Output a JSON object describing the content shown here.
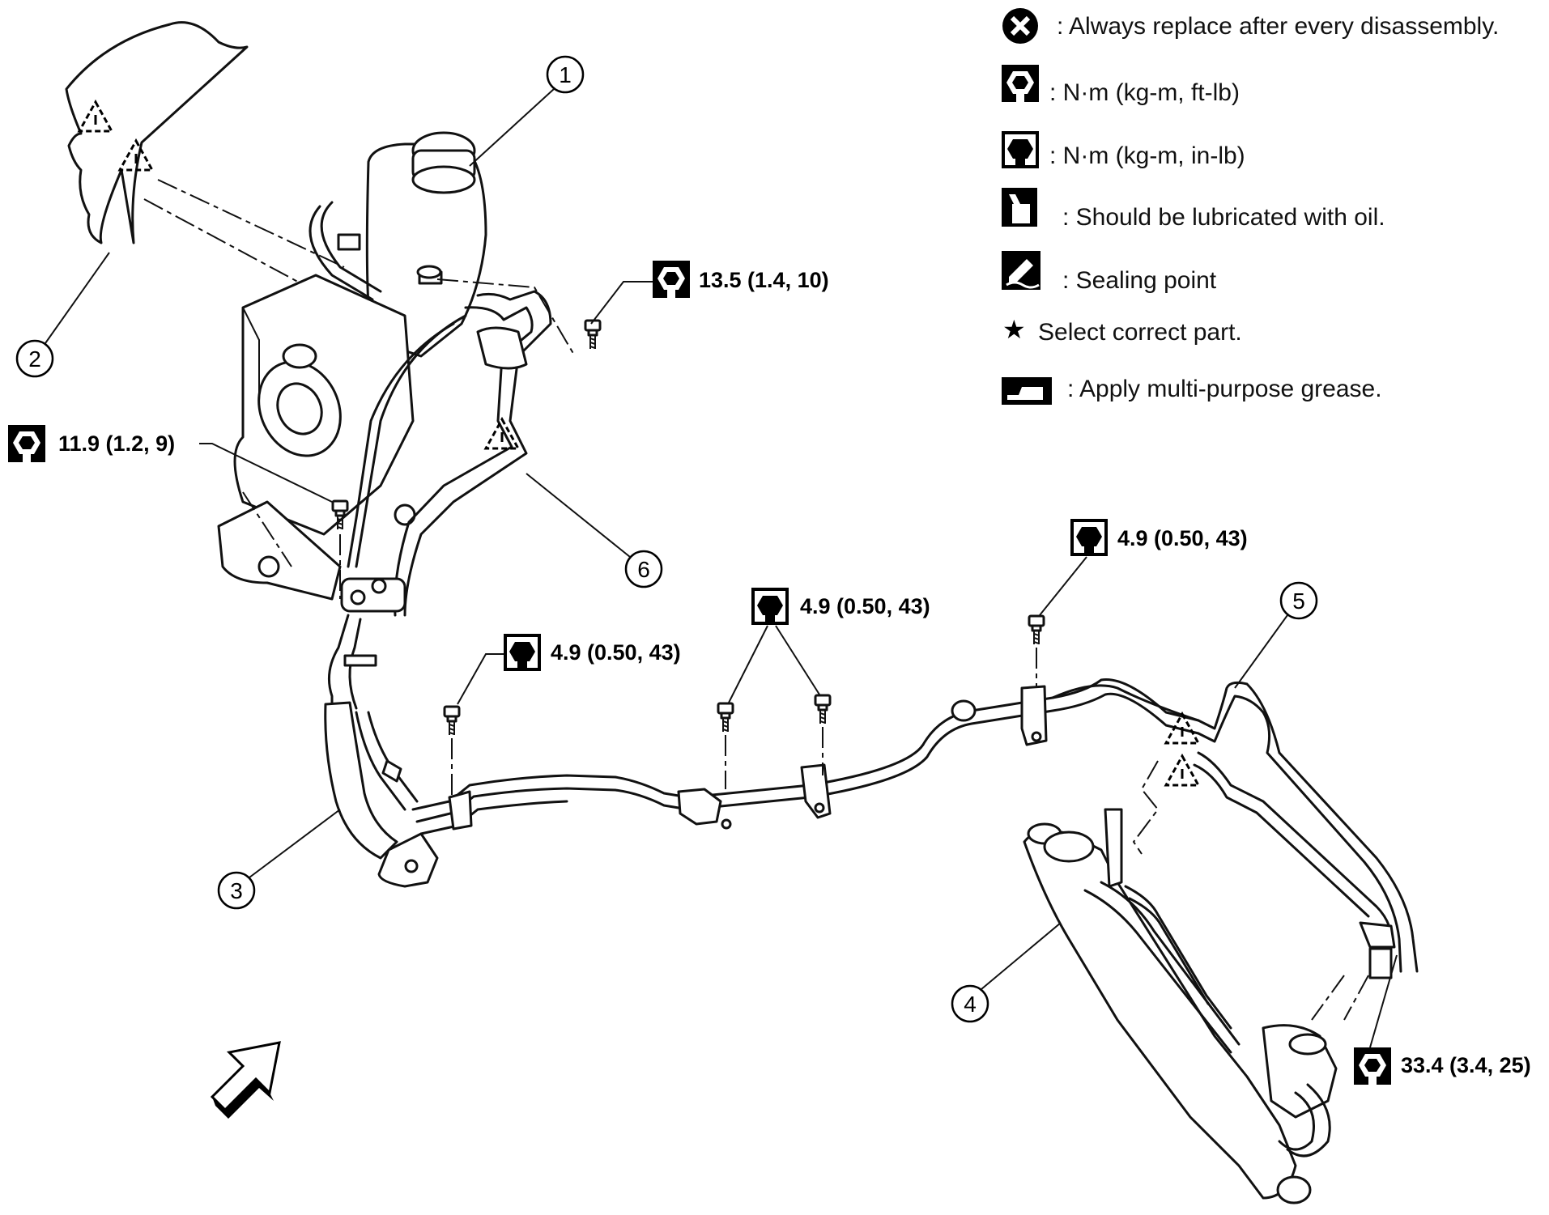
{
  "legend": [
    {
      "icon": "replace-x-icon",
      "text": ": Always replace after every disassembly."
    },
    {
      "icon": "torque-wrench-icon",
      "text": ": N·m (kg-m, ft-lb)"
    },
    {
      "icon": "torque-wrench-black-icon",
      "text": ": N·m (kg-m, in-lb)"
    },
    {
      "icon": "oil-can-icon",
      "text": ": Should be lubricated with oil."
    },
    {
      "icon": "sealing-point-icon",
      "text": ": Sealing point"
    },
    {
      "icon": "star-icon",
      "text": "Select correct part."
    },
    {
      "icon": "grease-gun-icon",
      "text": ": Apply multi-purpose grease."
    }
  ],
  "torques": {
    "t1": "13.5 (1.4, 10)",
    "t2": "11.9 (1.2, 9)",
    "t3": "4.9 (0.50, 43)",
    "t4": "4.9 (0.50, 43)",
    "t5": "4.9 (0.50, 43)",
    "t6": "33.4 (3.4, 25)"
  },
  "callouts": {
    "c1": "1",
    "c2": "2",
    "c3": "3",
    "c4": "4",
    "c5": "5",
    "c6": "6"
  },
  "symbols": {
    "star": "★"
  }
}
